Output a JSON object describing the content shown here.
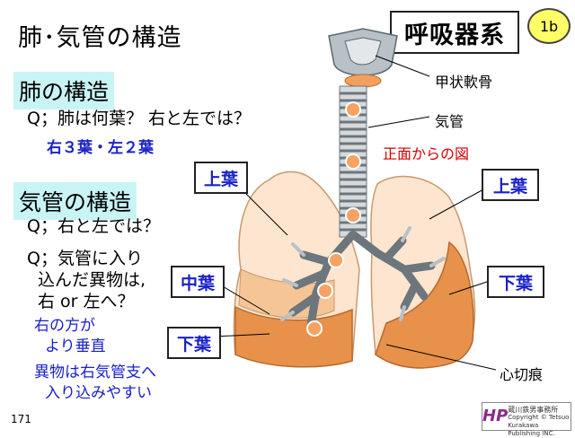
{
  "title": "肺･気管の構造",
  "system_label": "呼吸器系",
  "badge": "1b",
  "section1": {
    "heading": "肺の構造",
    "question": "Q；肺は何葉？ 右と左では？",
    "answer": "右３葉・左２葉"
  },
  "section2": {
    "heading": "気管の構造",
    "question1": "Q；右と左では？",
    "question2_lines": [
      "Q；気管に入り",
      "込んだ異物は,",
      "右 or 左へ？"
    ],
    "answer1_lines": [
      "右の方が",
      "より垂直"
    ],
    "answer2_lines": [
      "異物は右気管支へ",
      "入り込みやすい"
    ]
  },
  "diagram": {
    "thyroid_cartilage": "甲状軟骨",
    "trachea": "気管",
    "front_view": "正面からの図",
    "left_upper_lobe": "上葉",
    "right_upper_lobe": "上葉",
    "middle_lobe": "中葉",
    "left_lower_lobe": "下葉",
    "right_lower_lobe": "下葉",
    "cardiac_notch": "心切痕"
  },
  "page_number": "171",
  "logo": {
    "mark": "HP",
    "lines": [
      "蔵川鉄男事務所",
      "Copyright © Tetsuo Kurakawa",
      "Publishing INC."
    ]
  },
  "colors": {
    "section_bg": "#c9f4f4",
    "answer_blue": "#1a22c8",
    "red_text": "#d00000",
    "lung_light": "#fde5cf",
    "lung_dark": "#e8914a",
    "trachea_ring": "#7f8c93",
    "badge_yellow": "#ffff66"
  }
}
